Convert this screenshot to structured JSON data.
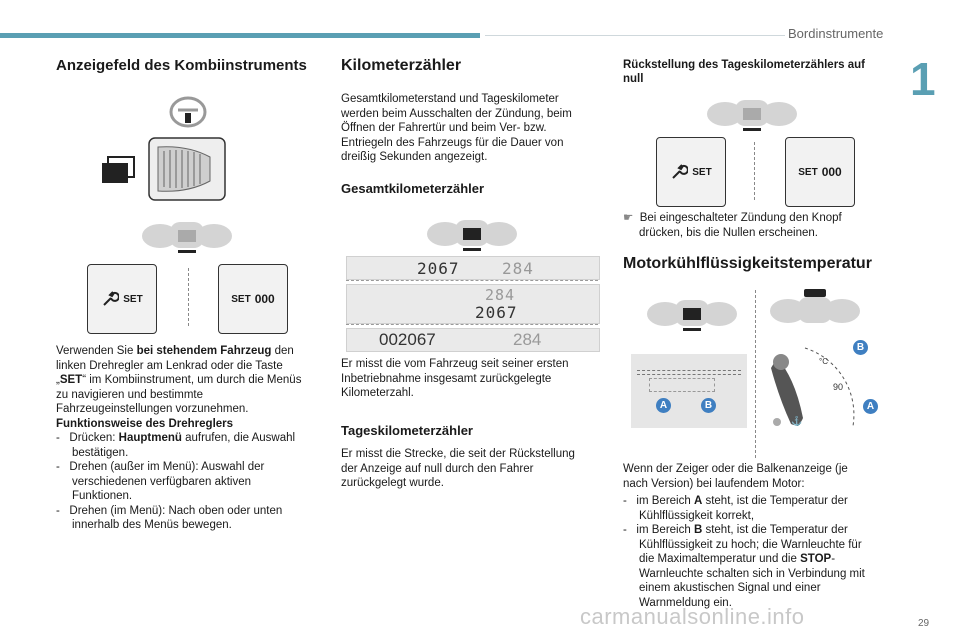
{
  "header": {
    "section": "Bordinstrumente",
    "chapter": "1",
    "page": "29"
  },
  "watermark": "carmanualsonline.info",
  "col1": {
    "title": "Anzeigefeld des Kombiinstruments",
    "btn_set": "SET",
    "btn_set_000": "000",
    "intro_pre": "Verwenden Sie ",
    "intro_bold": "bei stehendem Fahrzeug",
    "intro_post": " den linken Drehregler am Lenkrad oder die Taste „",
    "intro_set": "SET",
    "intro_end": "“ im Kombiinstrument, um durch die Menüs zu navigieren und bestimmte Fahrzeugeinstellungen vorzunehmen.",
    "func_title": "Funktionsweise des Drehreglers",
    "items": [
      {
        "pre": "Drücken: ",
        "bold": "Hauptmenü",
        "post": " aufrufen, die Auswahl bestätigen."
      },
      {
        "pre": "Drehen (außer im Menü): Auswahl der verschiedenen verfügbaren aktiven Funktionen.",
        "bold": "",
        "post": ""
      },
      {
        "pre": "Drehen (im Menü): Nach oben oder unten innerhalb des Menüs bewegen.",
        "bold": "",
        "post": ""
      }
    ]
  },
  "col2": {
    "title": "Kilometerzähler",
    "intro": "Gesamtkilometerstand und Tageskilometer werden beim Ausschalten der Zündung, beim Öffnen der Fahrertür und beim Ver- bzw. Entriegeln des Fahrzeugs für die Dauer von dreißig Sekunden angezeigt.",
    "total_title": "Gesamtkilometerzähler",
    "odo1_a": "2067",
    "odo1_b": "284",
    "odo2_a": "284",
    "odo2_b": "2067",
    "odo3_a": "002067",
    "odo3_b": "284",
    "total_text": "Er misst die vom Fahrzeug seit seiner ersten Inbetriebnahme insgesamt zurückgelegte Kilometerzahl.",
    "trip_title": "Tageskilometerzähler",
    "trip_text": "Er misst die Strecke, die seit der Rückstellung der Anzeige auf null durch den Fahrer zurückgelegt wurde."
  },
  "col3": {
    "reset_title": "Rückstellung des Tageskilometerzählers auf null",
    "btn_set": "SET",
    "btn_set_000": "000",
    "reset_text": "Bei eingeschalteter Zündung den Knopf drücken, bis die Nullen erscheinen.",
    "temp_title": "Motorkühlflüssigkeitstemperatur",
    "label_a": "A",
    "label_b": "B",
    "temp_intro": "Wenn der Zeiger oder die Balkenanzeige (je nach Version) bei laufendem Motor:",
    "items": [
      {
        "pre": "im Bereich ",
        "bold": "A",
        "post": " steht, ist die Temperatur der Kühlflüssigkeit korrekt,",
        "bold2": "",
        "post2": ""
      },
      {
        "pre": "im Bereich ",
        "bold": "B",
        "post": " steht, ist die Temperatur der Kühlflüssigkeit zu hoch; die Warnleuchte für die Maximaltemperatur und die ",
        "bold2": "STOP",
        "post2": "-Warnleuchte schalten sich in Verbindung mit einem akustischen Signal und einer Warnmeldung ein."
      }
    ]
  },
  "colors": {
    "accent": "#5a9fb3",
    "badge": "#3f7fc1"
  }
}
